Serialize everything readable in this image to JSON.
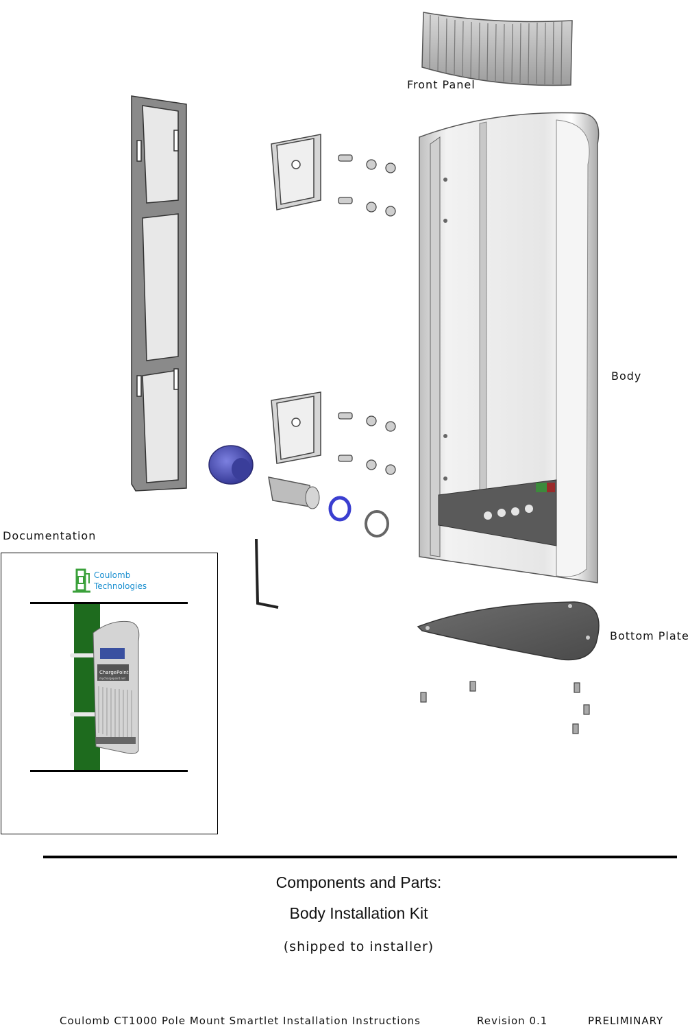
{
  "labels": {
    "front_panel": "Front Panel",
    "body": "Body",
    "bottom_plate": "Bottom Plate",
    "documentation": "Documentation"
  },
  "documentation_card": {
    "logo_line1": "Coulomb",
    "logo_line2": "Technologies",
    "unit_brand": "ChargePoint",
    "unit_url": "mychargepoint.net"
  },
  "caption": {
    "line1": "Components and Parts:",
    "line2": "Body Installation Kit",
    "line3": "(shipped to installer)"
  },
  "footer": {
    "title": "Coulomb CT1000 Pole Mount Smartlet Installation Instructions",
    "revision": "Revision 0.1",
    "status": "PRELIMINARY"
  },
  "colors": {
    "pole_green": "#1e6b1e",
    "logo_green": "#3aa03a",
    "logo_blue": "#1a8fd0",
    "spacer_blue": "#4a4fc0"
  }
}
